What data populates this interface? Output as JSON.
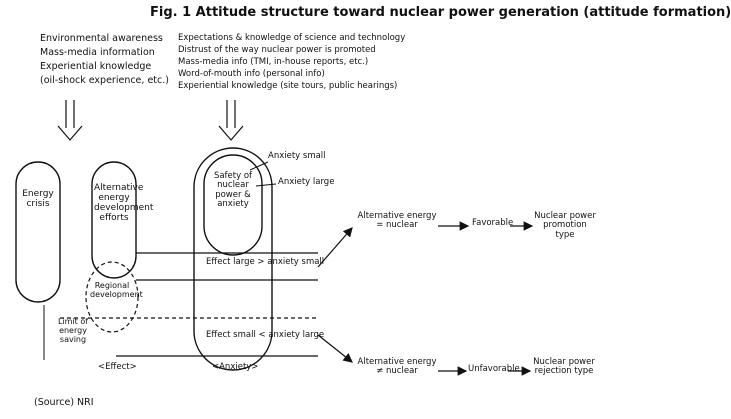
{
  "title": "Fig. 1   Attitude structure toward nuclear power generation (attitude formation)",
  "left_sources": [
    "Environmental awareness",
    "Mass-media information",
    "Experiential knowledge",
    "(oil-shock experience, etc.)"
  ],
  "center_sources": [
    "Expectations & knowledge of science and technology",
    "Distrust of the way nuclear power is promoted",
    "Mass-media info (TMI, in-house reports, etc.)",
    "Word-of-mouth info (personal info)",
    "Experiential knowledge (site tours, public hearings)"
  ],
  "capsules": {
    "energy_crisis": "Energy crisis",
    "alt_energy": "Alternative energy development efforts",
    "nuclear_safety": "Safety of nuclear power & anxiety",
    "regional": "Regional development"
  },
  "labels": {
    "anxiety_small": "Anxiety small",
    "anxiety_large": "Anxiety large",
    "effect_large": "Effect large > anxiety small",
    "effect_small": "Effect small < anxiety large",
    "limit_label": "Limit of energy saving",
    "effect_axis": "<Effect>",
    "anxiety_axis": "<Anxiety>"
  },
  "outcomes": {
    "top": {
      "source": "Alternative energy = nuclear",
      "attitude": "Favorable",
      "result": "Nuclear power promotion type"
    },
    "bottom": {
      "source": "Alternative energy ≠ nuclear",
      "attitude": "Unfavorable",
      "result": "Nuclear power rejection type"
    }
  },
  "source_note": "(Source)   NRI"
}
